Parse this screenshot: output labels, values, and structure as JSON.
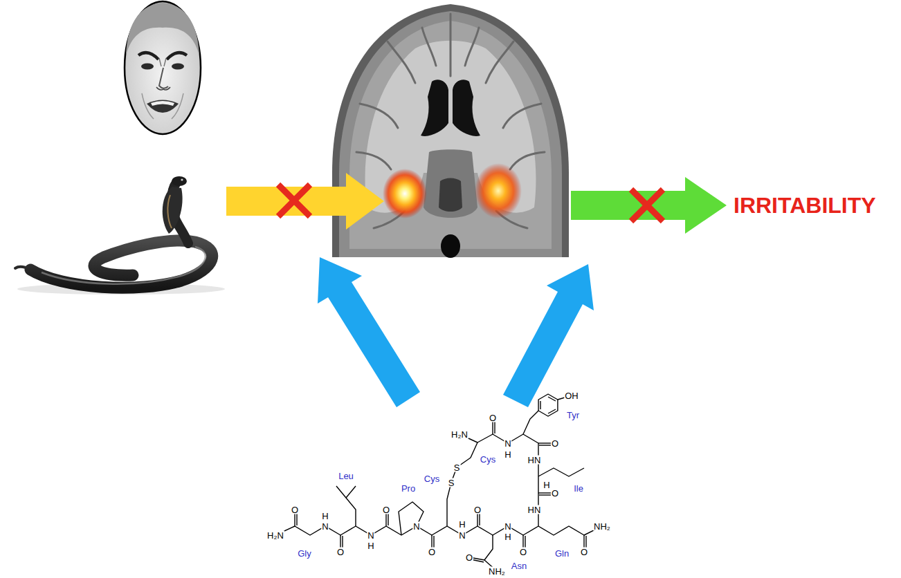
{
  "diagram": {
    "labels": [
      "IRRITABILITY",
      "OH",
      "Tyr",
      "H₂N",
      "O",
      "Cys",
      "N",
      "H",
      "S",
      "S",
      "Cys",
      "O",
      "HN",
      "H",
      "Ile",
      "O",
      "HN",
      "Gln",
      "O",
      "N",
      "H",
      "O",
      "N",
      "H",
      "O",
      "NH₂",
      "Asn",
      "O",
      "N",
      "Pro",
      "O",
      "N",
      "H",
      "Leu",
      "O",
      "N",
      "H",
      "H₂N",
      "O",
      "Gly",
      "O",
      "NH₂"
    ]
  }
}
